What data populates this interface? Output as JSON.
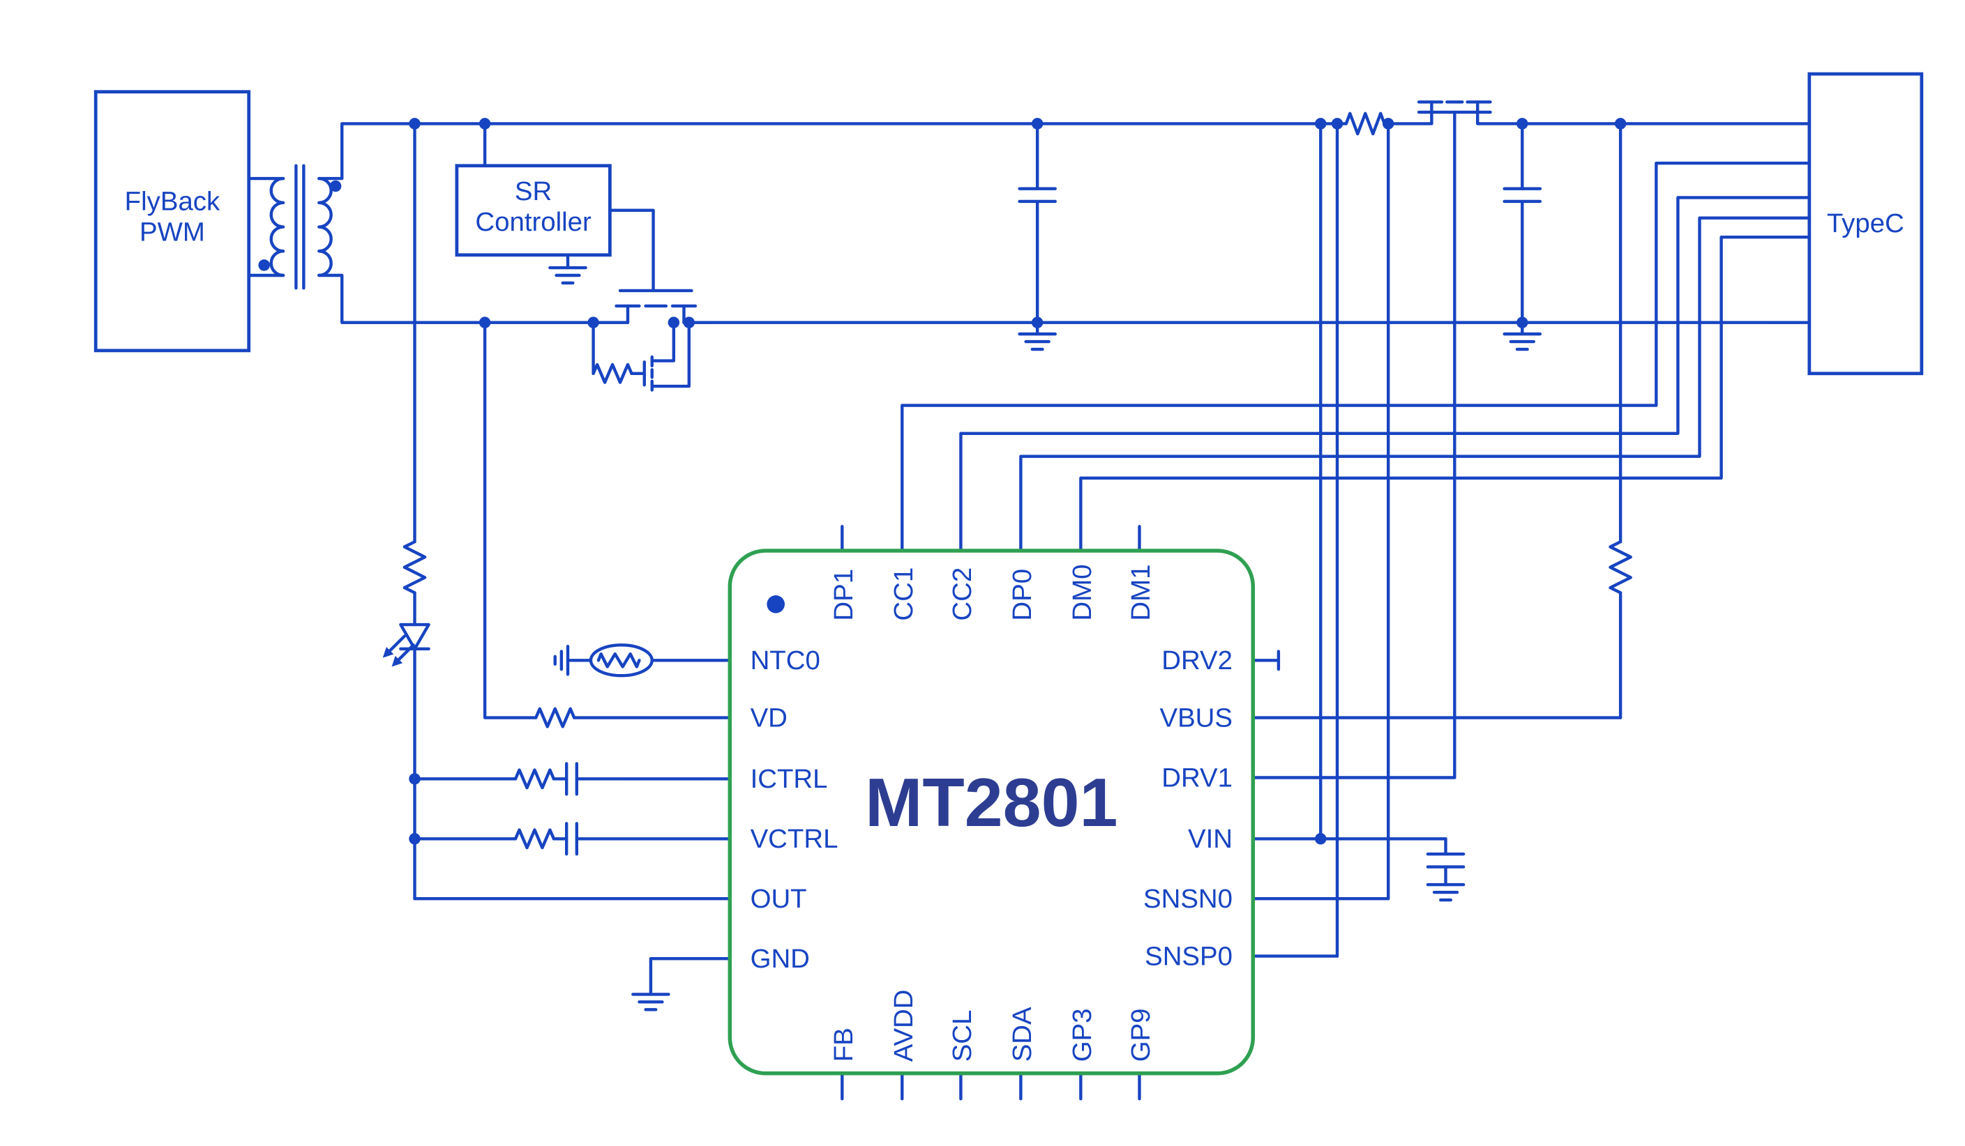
{
  "diagram": {
    "blocks": {
      "flyback": {
        "line1": "FlyBack",
        "line2": "PWM"
      },
      "sr_controller": {
        "line1": "SR",
        "line2": "Controller"
      },
      "typec": {
        "label": "TypeC"
      }
    },
    "chip": {
      "name": "MT2801",
      "pins_top": [
        "DP1",
        "CC1",
        "CC2",
        "DP0",
        "DM0",
        "DM1"
      ],
      "pins_bottom": [
        "FB",
        "AVDD",
        "SCL",
        "SDA",
        "GP3",
        "GP9"
      ],
      "pins_left": [
        "NTC0",
        "VD",
        "ICTRL",
        "VCTRL",
        "OUT",
        "GND"
      ],
      "pins_right": [
        "DRV2",
        "VBUS",
        "DRV1",
        "VIN",
        "SNSN0",
        "SNSP0"
      ]
    },
    "colors": {
      "wire": "#1744C1",
      "chip_border": "#2FA052",
      "chip_name": "#2D3E92",
      "background": "#FFFFFF"
    }
  }
}
